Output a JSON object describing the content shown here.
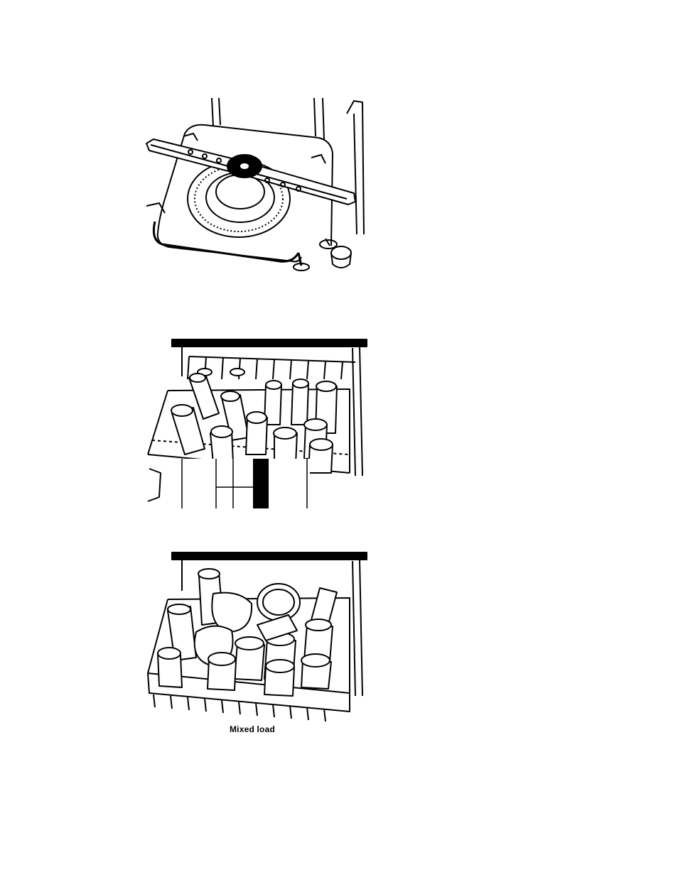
{
  "figures": [
    {
      "id": "lower-spray-arm",
      "icon": "spray-arm-illustration"
    },
    {
      "id": "upper-rack-glasses",
      "icon": "rack-glasses-illustration"
    },
    {
      "id": "upper-rack-mixed",
      "icon": "rack-mixed-illustration",
      "caption": "Mixed load"
    }
  ]
}
